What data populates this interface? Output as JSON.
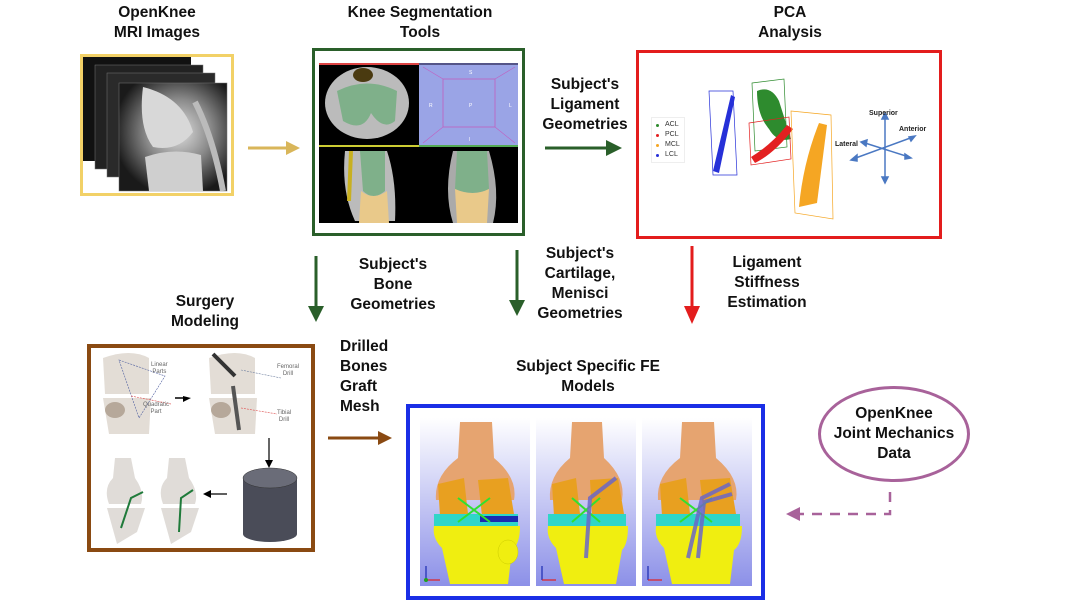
{
  "nodes": {
    "mri": {
      "title": "OpenKnee\nMRI Images"
    },
    "segmentation": {
      "title": "Knee Segmentation\nTools",
      "view_labels": {
        "top": "S",
        "left": "R",
        "right": "L",
        "bottom": "I",
        "center": "P"
      }
    },
    "pca": {
      "title": "PCA\nAnalysis",
      "legend": [
        {
          "name": "ACL",
          "color": "#2e8b2e"
        },
        {
          "name": "PCL",
          "color": "#e32020"
        },
        {
          "name": "MCL",
          "color": "#f5a623"
        },
        {
          "name": "LCL",
          "color": "#2630d8"
        }
      ],
      "axes": {
        "superior": "Superior",
        "anterior": "Anterior",
        "lateral": "Lateral"
      }
    },
    "surgery": {
      "title": "Surgery\nModeling",
      "annotations": {
        "linear": "Linear\nParts",
        "quadratic": "Quadratic\nPart",
        "femoral": "Femoral\nDrill",
        "tibial": "Tibial\nDrill"
      }
    },
    "fe_models": {
      "title": "Subject Specific FE\nModels"
    },
    "joint_mechanics": {
      "title": "OpenKnee\nJoint Mechanics\nData"
    }
  },
  "edges": {
    "mri_to_seg": {
      "label": "",
      "color": "#d9b65a"
    },
    "seg_to_pca": {
      "label": "Subject's\nLigament\nGeometries",
      "color": "#2a5f2a"
    },
    "seg_to_surgery": {
      "label": "Subject's\nBone\nGeometries",
      "color": "#2a5f2a"
    },
    "seg_to_fe": {
      "label": "Subject's\nCartilage,\nMenisci\nGeometries",
      "color": "#2a5f2a"
    },
    "pca_to_fe": {
      "label": "Ligament\nStiffness\nEstimation",
      "color": "#e31d1d"
    },
    "surgery_to_fe": {
      "label": "Drilled\nBones\nGraft\nMesh",
      "color": "#8a4a12"
    },
    "mechanics_to_fe": {
      "label": "",
      "color": "#a8629a",
      "style": "dashed"
    }
  }
}
